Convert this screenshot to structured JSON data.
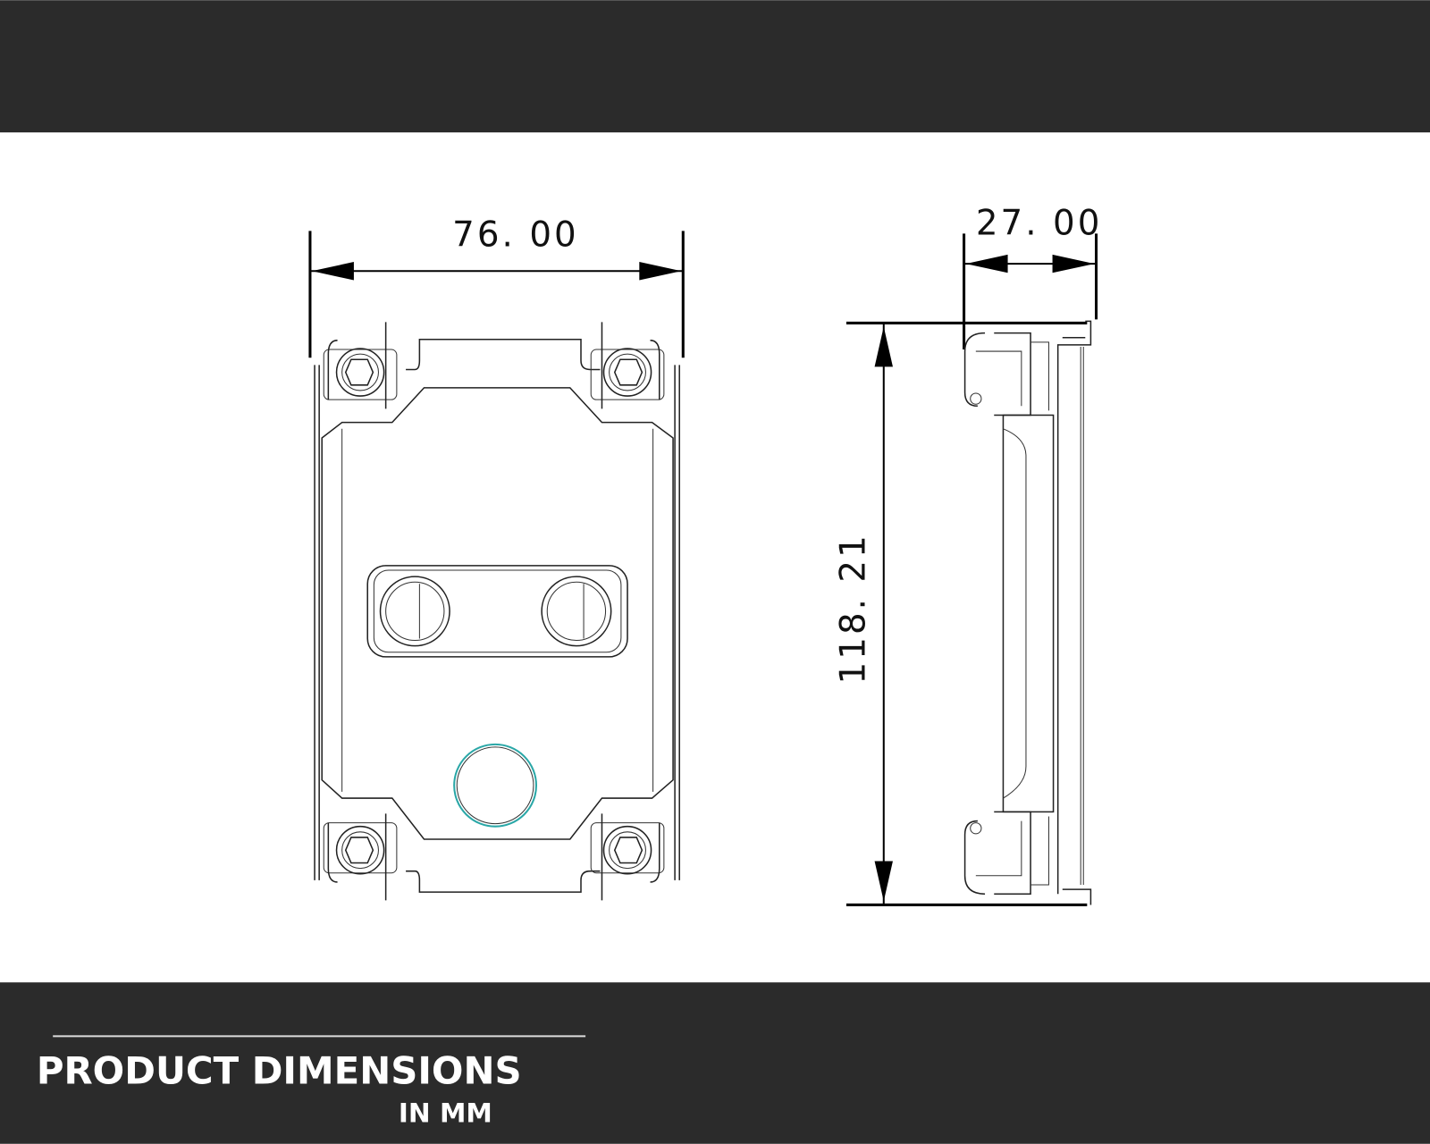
{
  "dimensions": {
    "width": "76. 00",
    "depth": "27. 00",
    "height": "118. 21"
  },
  "footer": {
    "title": "PRODUCT DIMENSIONS",
    "subtitle": "IN MM"
  },
  "colors": {
    "band": "#2b2b2b",
    "accent_ring": "#2aa7a7"
  }
}
